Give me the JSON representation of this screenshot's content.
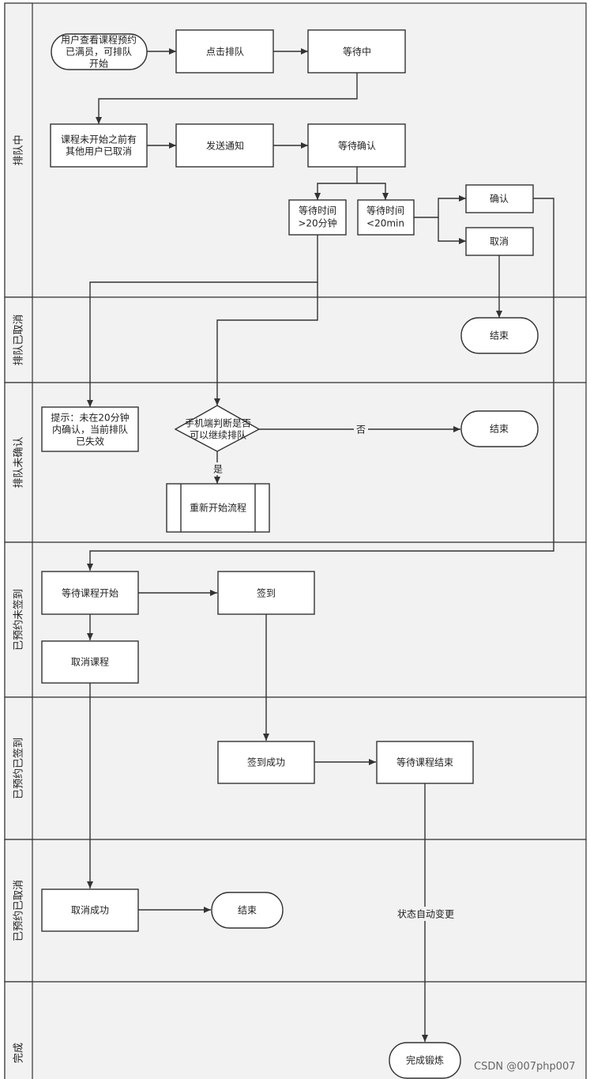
{
  "lanes": [
    {
      "id": "lane-queuing",
      "title": "排队中"
    },
    {
      "id": "lane-queue-cancelled",
      "title": "排队已取消"
    },
    {
      "id": "lane-queue-unconfirmed",
      "title": "排队未确认"
    },
    {
      "id": "lane-booked-not-checked-in",
      "title": "已预约未签到"
    },
    {
      "id": "lane-booked-checked-in",
      "title": "已预约已签到"
    },
    {
      "id": "lane-booking-cancelled",
      "title": "已预约已取消"
    },
    {
      "id": "lane-completed",
      "title": "完成"
    }
  ],
  "nodes": {
    "start": [
      "用户查看课程预约",
      "已满员，可排队",
      "开始"
    ],
    "click_queue": [
      "点击排队"
    ],
    "waiting": [
      "等待中"
    ],
    "others_cancelled": [
      "课程未开始之前有",
      "其他用户已取消"
    ],
    "send_notice": [
      "发送通知"
    ],
    "await_confirm": [
      "等待确认"
    ],
    "wait_over_20": [
      "等待时间",
      ">20分钟"
    ],
    "wait_under_20": [
      "等待时间",
      "<20min"
    ],
    "confirm": [
      "确认"
    ],
    "cancel": [
      "取消"
    ],
    "end_queue_cancelled": [
      "结束"
    ],
    "tip_invalid": [
      "提示：未在20分钟",
      "内确认，当前排队",
      "已失效"
    ],
    "decision_continue": [
      "手机端判断是否",
      "可以继续排队"
    ],
    "end_no_continue": [
      "结束"
    ],
    "restart_flow": [
      "重新开始流程"
    ],
    "wait_course_start": [
      "等待课程开始"
    ],
    "check_in": [
      "签到"
    ],
    "cancel_course": [
      "取消课程"
    ],
    "check_in_success": [
      "签到成功"
    ],
    "wait_course_end": [
      "等待课程结束"
    ],
    "cancel_success": [
      "取消成功"
    ],
    "end_cancel": [
      "结束"
    ],
    "training_done": [
      "完成锻炼"
    ]
  },
  "edge_labels": {
    "no": "否",
    "yes": "是",
    "auto_status_change": "状态自动变更"
  },
  "watermark": "CSDN @007php007"
}
